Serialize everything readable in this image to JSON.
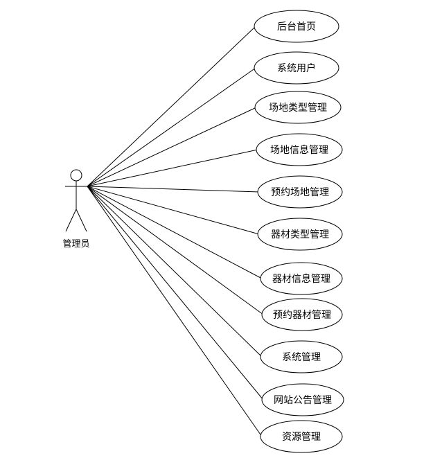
{
  "actor": {
    "name": "管理员"
  },
  "use_cases": [
    {
      "label": "后台首页"
    },
    {
      "label": "系统用户"
    },
    {
      "label": "场地类型管理"
    },
    {
      "label": "场地信息管理"
    },
    {
      "label": "预约场地管理"
    },
    {
      "label": "器材类型管理"
    },
    {
      "label": "器材信息管理"
    },
    {
      "label": "预约器材管理"
    },
    {
      "label": "系统管理"
    },
    {
      "label": "网站公告管理"
    },
    {
      "label": "资源管理"
    }
  ]
}
